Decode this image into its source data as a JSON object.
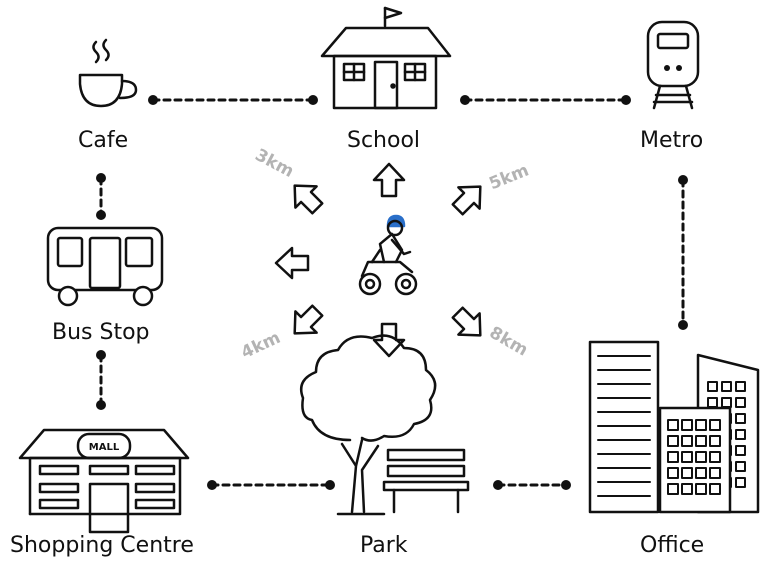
{
  "places": {
    "cafe": "Cafe",
    "school": "School",
    "metro": "Metro",
    "bus_stop": "Bus Stop",
    "shopping_centre": "Shopping Centre",
    "park": "Park",
    "office": "Office"
  },
  "mall_sign": "MALL",
  "distances": {
    "cafe": "3km",
    "metro": "5km",
    "shopping_centre": "4km",
    "office": "8km"
  },
  "colors": {
    "line": "#111111",
    "distance_text": "#b3b3b3",
    "helmet": "#2a6fc9"
  }
}
